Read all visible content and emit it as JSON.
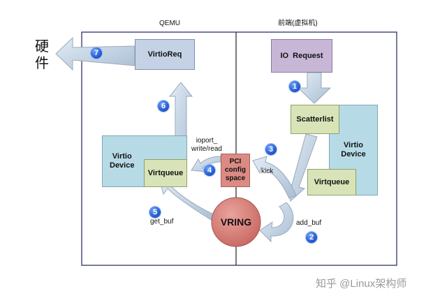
{
  "header": {
    "left_title": "QEMU",
    "right_title": "前端(虚拟机)"
  },
  "hardware_label": "硬件",
  "boxes": {
    "virtioreq": "VirtioReq",
    "io_request": "IO  Request",
    "scatterlist": "Scatterlist",
    "virtio_device_right": "Virtio\nDevice",
    "virtqueue_right": "Virtqueue",
    "virtio_device_left": "Virtio\nDevice",
    "virtqueue_left": "Virtqueue",
    "pci_config_space": "PCI\nconfig\nspace",
    "vring": "VRING"
  },
  "edge_labels": {
    "ioport": "ioport_\nwrite/read",
    "kick": "kick",
    "get_buf": "get_buf",
    "add_buf": "add_buf"
  },
  "steps": [
    "1",
    "2",
    "3",
    "4",
    "5",
    "6",
    "7"
  ],
  "watermark": "知乎 @Linux架构师",
  "colors": {
    "frame": "#4a4f7a",
    "virtioreq_fill": "#c5d2e6",
    "io_request_fill": "#c8b6d6",
    "green_fill": "#d8e4b8",
    "blue_fill": "#b7dbe6",
    "pci_fill": "#dc8a84",
    "vring_fill": "#d97e78",
    "arrow_fill": "#c3d3e3",
    "badge_fill": "#2c62d6"
  }
}
